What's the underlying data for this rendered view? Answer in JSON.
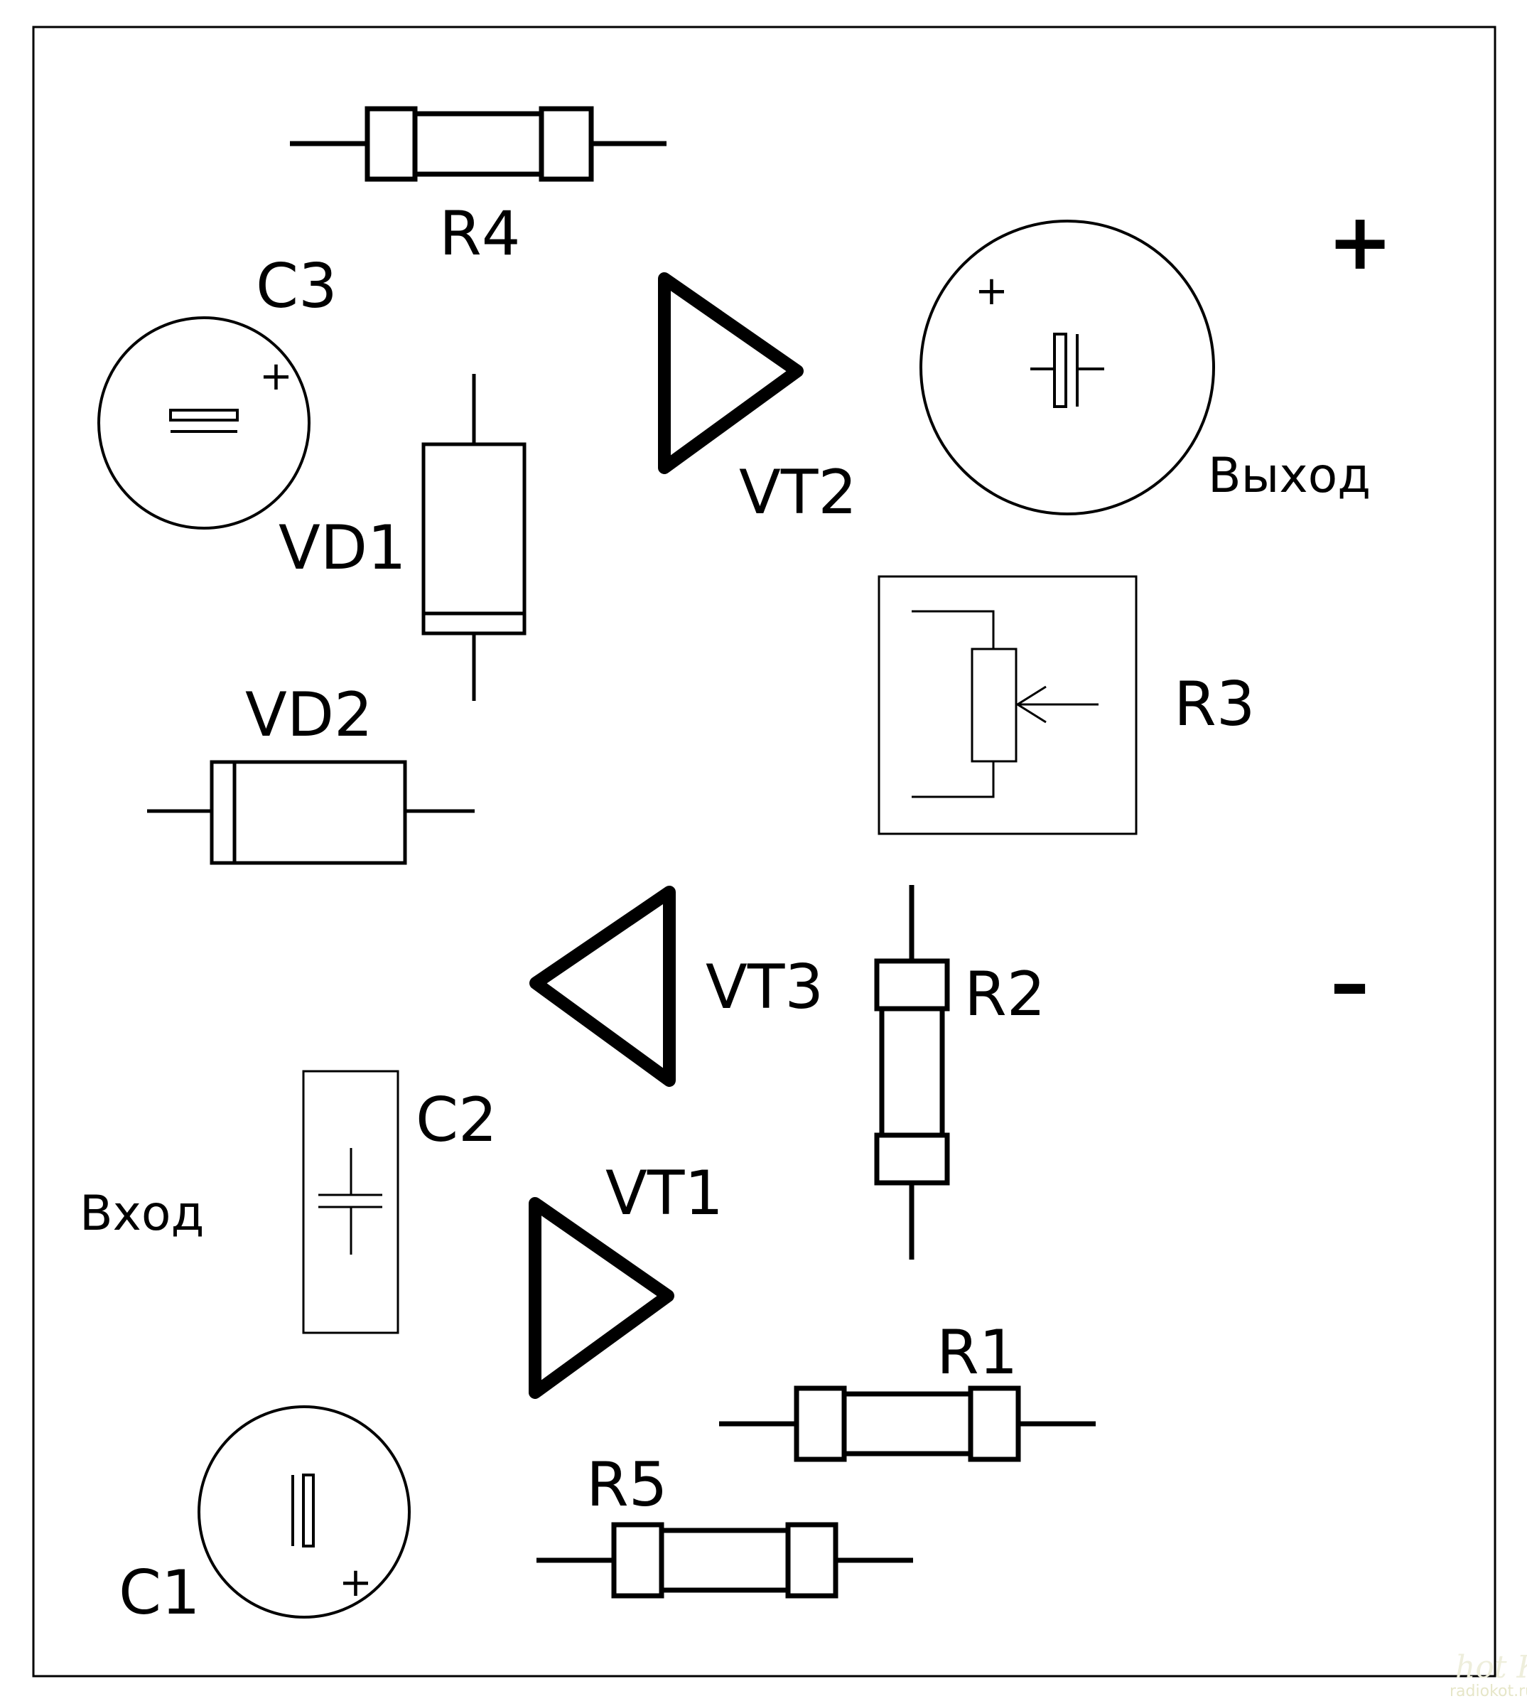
{
  "components": {
    "r4": "R4",
    "c3": "C3",
    "vt2": "VT2",
    "vd1": "VD1",
    "vd2": "VD2",
    "r3": "R3",
    "vt3": "VT3",
    "r2": "R2",
    "c2": "C2",
    "vt1": "VT1",
    "r1": "R1",
    "r5": "R5",
    "c1": "C1"
  },
  "terminals": {
    "output": "Выход",
    "input": "Вход",
    "plus": "+",
    "minus": "–"
  },
  "polarity_mark": "+",
  "watermark": {
    "logo": "hot КОТ",
    "site": "radiokot.ru"
  }
}
